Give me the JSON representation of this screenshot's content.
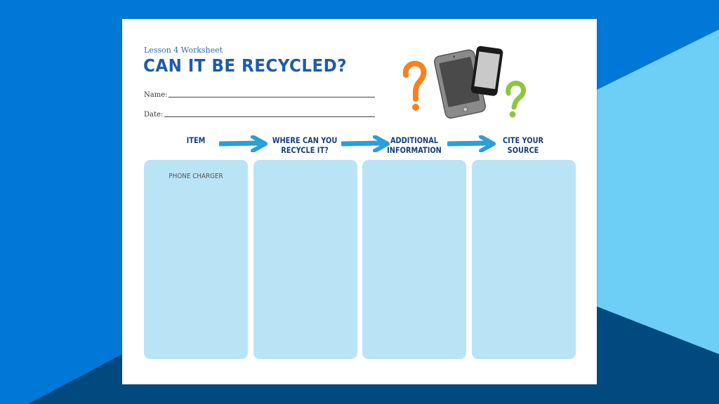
{
  "colors": {
    "background_blue": "#0078d7",
    "background_light_blue": "#6dcff6",
    "background_navy": "#004a80",
    "title_blue": "#1d5ca8",
    "header_navy": "#163f7a",
    "arrow_blue": "#2a9fd8",
    "box_fill": "#b9e4f5",
    "question_orange": "#f58220",
    "question_green": "#8dc63f"
  },
  "worksheet": {
    "subtitle": "Lesson 4 Worksheet",
    "title": "CAN IT BE RECYCLED?",
    "fields": [
      {
        "label": "Name:",
        "value": ""
      },
      {
        "label": "Date:",
        "value": ""
      }
    ],
    "illustration": [
      "orange-question-mark",
      "tablet",
      "smartphone",
      "green-question-mark"
    ],
    "columns": [
      {
        "header_line1": "ITEM",
        "header_line2": "",
        "content": "PHONE CHARGER"
      },
      {
        "header_line1": "WHERE CAN YOU",
        "header_line2": "RECYCLE IT?",
        "content": ""
      },
      {
        "header_line1": "ADDITIONAL",
        "header_line2": "INFORMATION",
        "content": ""
      },
      {
        "header_line1": "CITE YOUR",
        "header_line2": "SOURCE",
        "content": ""
      }
    ]
  }
}
